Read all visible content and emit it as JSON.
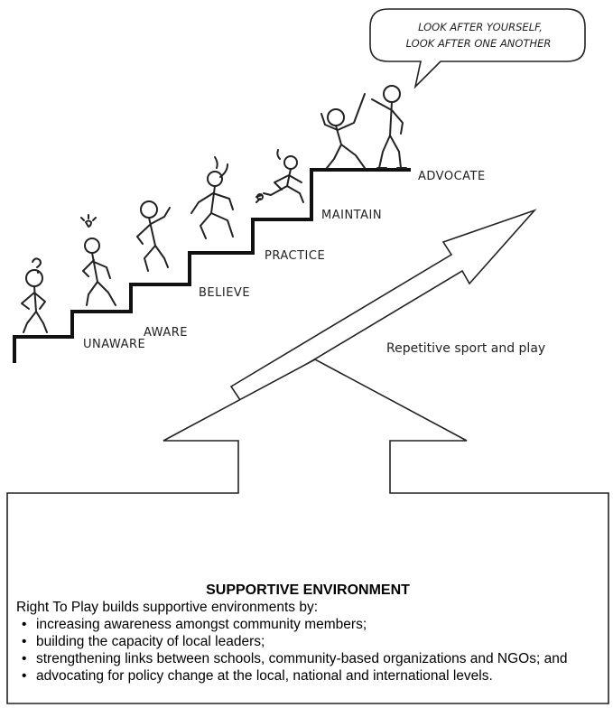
{
  "speech_bubble": {
    "line1": "LOOK AFTER YOURSELF,",
    "line2": "LOOK AFTER ONE ANOTHER"
  },
  "stages": [
    "UNAWARE",
    "AWARE",
    "BELIEVE",
    "PRACTICE",
    "MAINTAIN",
    "ADVOCATE"
  ],
  "arrow_label": "Repetitive sport and play",
  "environment": {
    "title": "SUPPORTIVE ENVIRONMENT",
    "intro": "Right To Play builds supportive environments by:",
    "items": [
      "increasing awareness amongst community members;",
      "building the capacity of local leaders;",
      "strengthening links between schools, community-based organizations and NGOs; and",
      "advocating for policy change at the local, national and international levels."
    ]
  }
}
